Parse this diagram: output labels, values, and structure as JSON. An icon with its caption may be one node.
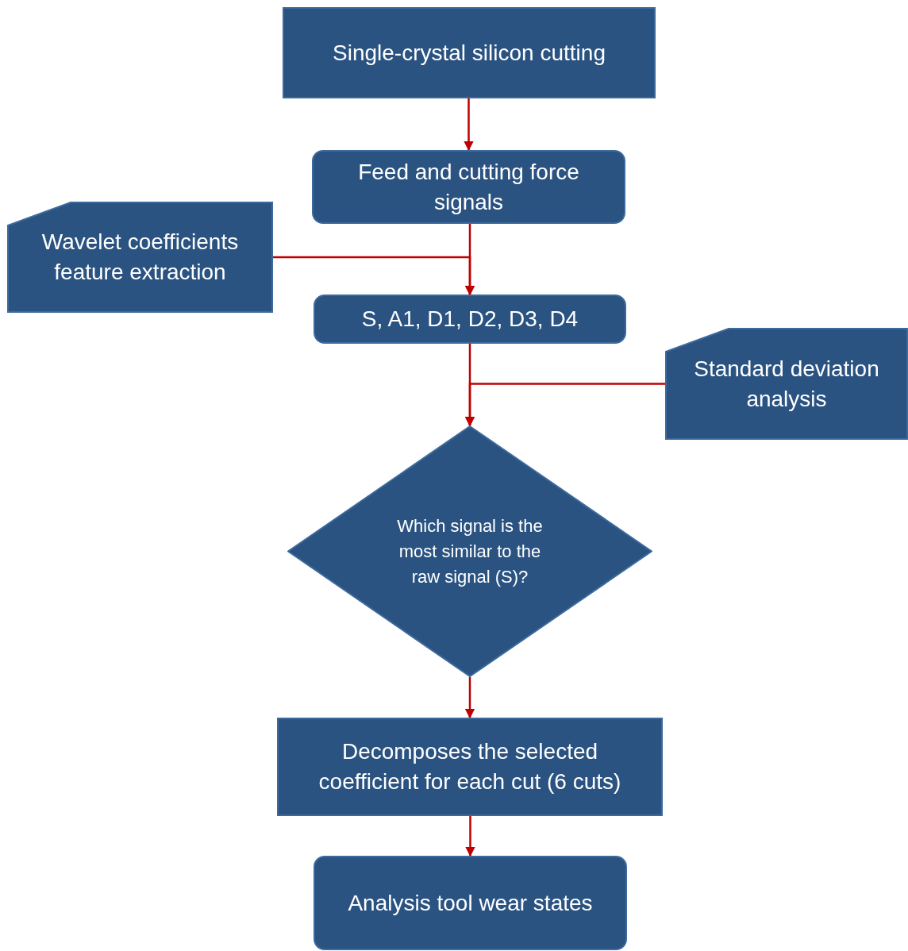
{
  "diagram": {
    "nodes": [
      {
        "text": [
          "Single-crystal silicon cutting"
        ]
      },
      {
        "text": [
          "Feed and cutting force signals"
        ]
      },
      {
        "text": [
          "Wavelet coefficients feature extraction"
        ]
      },
      {
        "text": [
          "S, A1, D1, D2, D3, D4"
        ]
      },
      {
        "text": [
          "Standard deviation analysis"
        ]
      },
      {
        "text": [
          "Which signal is the most similar to the raw signal (S)?"
        ]
      },
      {
        "text": [
          "Decomposes the selected coefficient for each cut (6 cuts)"
        ]
      },
      {
        "text": [
          "Analysis tool wear states"
        ]
      }
    ],
    "edges": [
      {
        "from": 0,
        "to": 1,
        "arrow": "to"
      },
      {
        "from": 1,
        "to": 3,
        "arrow": "to"
      },
      {
        "from": 2,
        "to": 3,
        "arrow": "to"
      },
      {
        "from": 3,
        "to": 5,
        "arrow": "to"
      },
      {
        "from": 4,
        "to": 5,
        "arrow": "to"
      },
      {
        "from": 5,
        "to": 6,
        "arrow": "to"
      },
      {
        "from": 6,
        "to": 7,
        "arrow": "to"
      }
    ]
  }
}
